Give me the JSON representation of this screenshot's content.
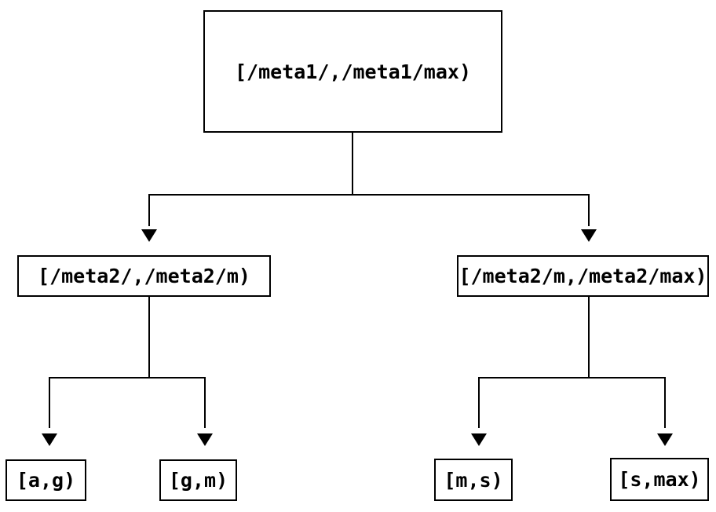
{
  "colors": {
    "line": "#000000",
    "node_border": "#000000",
    "text": "#000000",
    "background": "#ffffff"
  },
  "tree": {
    "root": {
      "label": "[/meta1/,/meta1/max)"
    },
    "level1": [
      {
        "label": "[/meta2/,/meta2/m)"
      },
      {
        "label": "[/meta2/m,/meta2/max)"
      }
    ],
    "leaves": [
      {
        "label": "[a,g)"
      },
      {
        "label": "[g,m)"
      },
      {
        "label": "[m,s)"
      },
      {
        "label": "[s,max)"
      }
    ]
  }
}
